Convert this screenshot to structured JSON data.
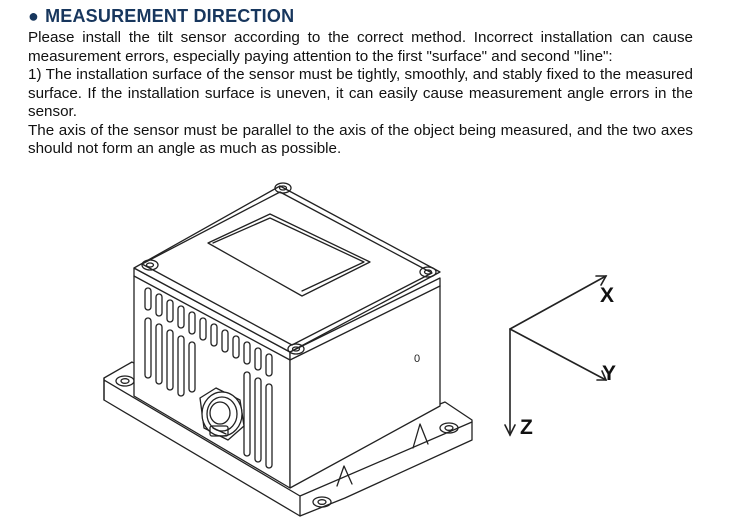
{
  "section": {
    "bullet": "●",
    "title": "MEASUREMENT DIRECTION"
  },
  "paragraphs": [
    "Please install the tilt sensor according to the correct method. Incorrect installation can cause measurement errors, especially paying attention to the first \"surface\" and second \"line\":",
    "1) The installation surface of the sensor must be tightly, smoothly, and stably fixed to the measured surface. If the installation surface is uneven, it can easily cause measurement angle errors in the sensor.",
    "The axis of the sensor must be parallel to the axis of the object being measured, and the two axes should not form an angle as much as possible."
  ],
  "figure": {
    "device_mark": "0",
    "axes": {
      "x": "X",
      "y": "Y",
      "z": "Z"
    }
  },
  "colors": {
    "heading": "#17365d",
    "text": "#111111",
    "line": "#222222"
  }
}
